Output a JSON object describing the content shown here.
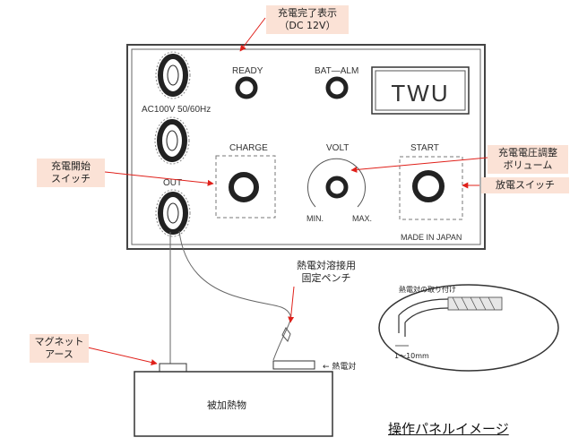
{
  "panel": {
    "label_ready": "READY",
    "label_bat_alm": "BAT—ALM",
    "logo": "TWU",
    "label_ac": "AC100V 50/60Hz",
    "label_charge": "CHARGE",
    "label_volt": "VOLT",
    "label_start": "START",
    "label_out": "OUT",
    "label_min": "MIN.",
    "label_max": "MAX.",
    "label_made": "MADE IN JAPAN"
  },
  "callouts": {
    "charge_complete_line1": "充電完了表示",
    "charge_complete_line2": "（DC 12V）",
    "volume_line1": "充電電圧調整",
    "volume_line2": "ボリューム",
    "charge_start_line1": "充電開始",
    "charge_start_line2": "スイッチ",
    "discharge_switch": "放電スイッチ",
    "magnet_line1": "マグネット",
    "magnet_line2": "アース",
    "pliers_line1": "熱電対溶接用",
    "pliers_line2": "固定ペンチ"
  },
  "inset": {
    "title": "熱電対の取り付け",
    "dimension": "1〜10mm"
  },
  "workpiece": {
    "label": "被加熱物",
    "thermocouple": "← 熱電対"
  },
  "caption": "操作パネルイメージ"
}
